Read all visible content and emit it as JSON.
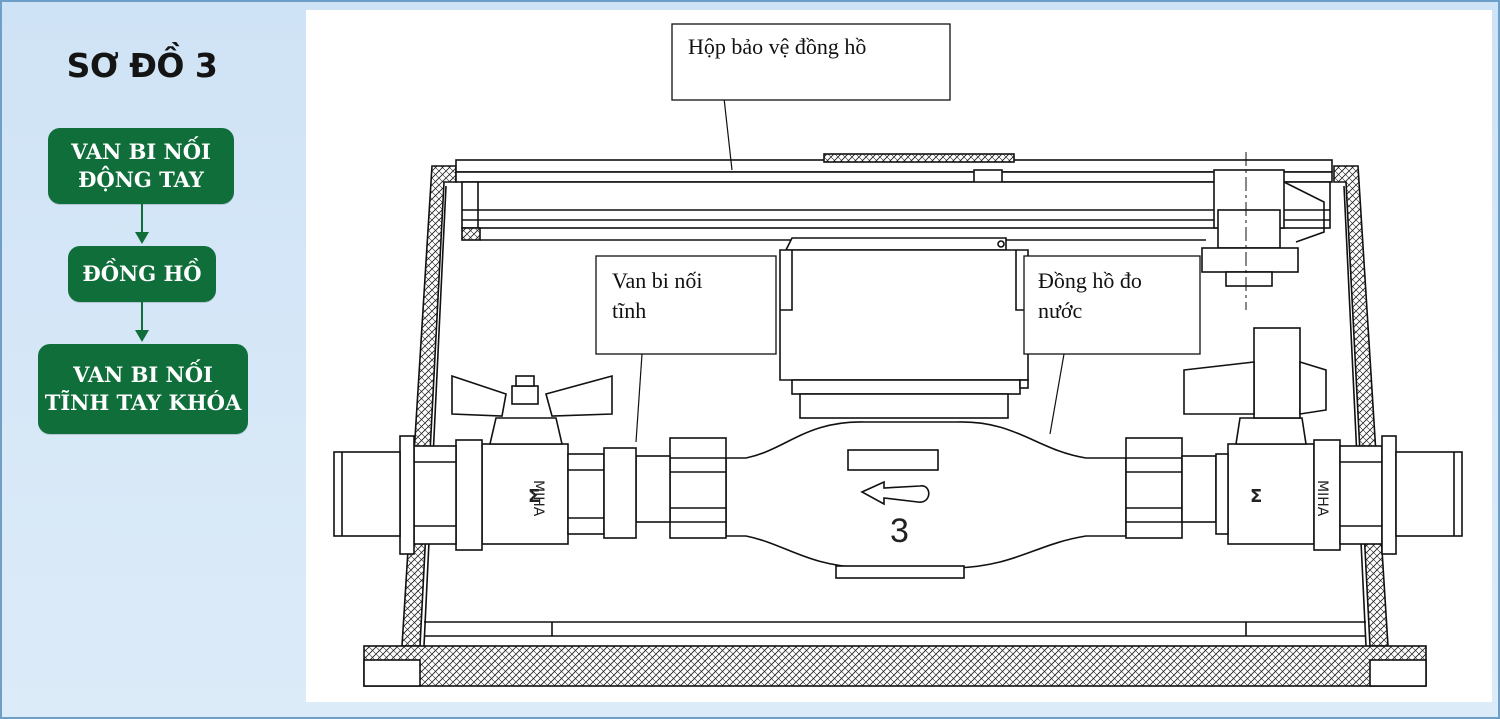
{
  "title": "SƠ ĐỒ 3",
  "flow": [
    {
      "label": "VAN BI NỐI\nĐỘNG TAY"
    },
    {
      "label": "ĐỒNG HỒ"
    },
    {
      "label": "VAN BI NỐI\nTĨNH TAY KHÓA"
    }
  ],
  "callouts": {
    "box_cover": "Hộp bảo vệ đồng hồ",
    "static_valve_line1": "Van bi nối",
    "static_valve_line2": "tĩnh",
    "meter_line1": "Đồng hồ đo",
    "meter_line2": "nước"
  },
  "valve_brand": "MIHA",
  "meter_number": "3",
  "colors": {
    "flow_box": "#0f6e3a",
    "panel_bg": "#d6e8f7",
    "border": "#6d9fc8",
    "line": "#111111"
  },
  "icons": [
    "arrow-down-icon",
    "flow-arrow-icon",
    "hatched-housing"
  ]
}
